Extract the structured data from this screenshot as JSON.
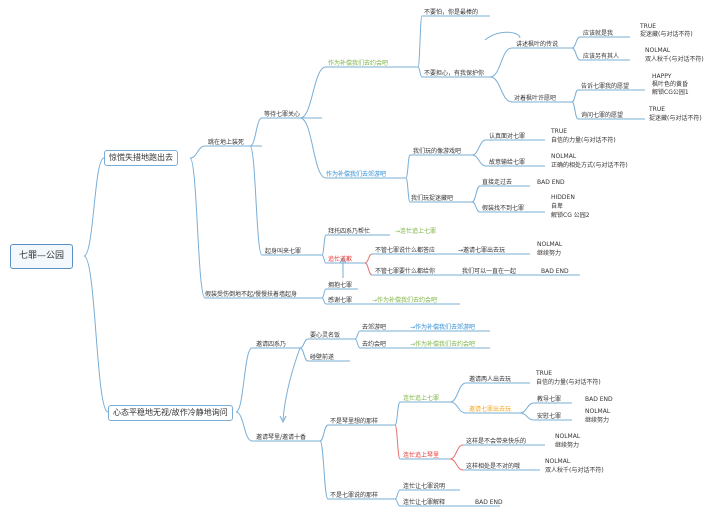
{
  "colors": {
    "branch": "#7aaed6",
    "green": "#7cb342",
    "blue": "#2b8cd6",
    "red": "#e53935",
    "orange": "#f5a623",
    "text": "#333333"
  },
  "root": "七罪—公园",
  "b1": {
    "label": "惊慌失措地跑出去",
    "n1": "跳在地上装死",
    "n1a": "等待七罪关心",
    "greenTitle": "作为补偿我们去约会吧",
    "g1": "不要怕，你是最棒的",
    "g2": "不要担心，有我保护你",
    "legend": "讲述枫叶的传说",
    "legendA": "应该就是我",
    "legendA_end": "TRUE",
    "legendA_detail": "捉迷藏(与对话不符)",
    "legendB": "应该另有其人",
    "legendB_end": "NOLMAL",
    "legendB_detail": "双人秋千(与对话不符)",
    "waitLeaves": "对着枫叶许愿吧",
    "wish1": "告诉七罪我的愿望",
    "wish1_end": "HAPPY",
    "wish1_d1": "枫叶色的黄昏",
    "wish1_d2": "解锁CG公园1",
    "wish2": "询问七罪的愿望",
    "wish2_end": "TRUE",
    "wish2_detail": "捉迷藏(与对话不符)",
    "blueTitle": "作为补偿我们去郊游吧",
    "p1": "我们玩的像游戏吧",
    "p1a": "认真面对七罪",
    "p1a_end": "TRUE",
    "p1a_detail": "自信的力量(与对话不符)",
    "p1b": "故意输给七罪",
    "p1b_end": "NOLMAL",
    "p1b_detail": "正确的相处方式(与对话不符)",
    "p2": "我们玩捉迷藏吧",
    "p2a": "直接走过去",
    "p2a_end": "BAD END",
    "p2b": "假装找不到七罪",
    "p2b_end": "HIDDEN",
    "p2b_d1": "自卑",
    "p2b_d2": "解锁CG 公园2",
    "n1b": "起身叫来七罪",
    "askFour": "拜托四系乃帮忙",
    "askFour_link": "→连忙追上七罪",
    "redTitle": "追忙道歉",
    "r1": "不管七罪说什么都答应",
    "r1_res": "→邀请七罪出去玩",
    "r1_end": "NOLMAL",
    "r1_detail": "继续努力",
    "r2": "不管七罪要什么都给你",
    "r2_res": "我们可以一直在一起",
    "r2_end": "BAD END",
    "n2": "假装受伤倒地不起/慢慢扶着墙起身",
    "n2a": "拥抱七罪",
    "n2b": "感谢七罪",
    "n2b_link": "→作为补偿我们去约会吧"
  },
  "b2": {
    "label": "心态平稳地无视/故作冷静地询问",
    "m1": "邀请四系乃",
    "m1a": "要心灵名饭",
    "m1a_x": "去郊游吧",
    "m1a_x_link": "→作为补偿我们去郊游吧",
    "m1a_y": "去约会吧",
    "m1a_y_link": "→作为补偿我们去约会吧",
    "m1b": "碰壁前遂",
    "m2": "邀请琴里/邀请十香",
    "q1": "不是琴里想的那样",
    "greenChase": "连忙追上七罪",
    "c1": "邀请两人出去玩",
    "c1_end": "TRUE",
    "c1_detail": "自信的力量(与对话不符)",
    "orangeChase": "邀请七罪出去玩",
    "c2": "教导七罪",
    "c2_end": "BAD END",
    "c3": "安慰七罪",
    "c3_end": "NOLMAL",
    "c3_detail": "继续努力",
    "redChase": "连忙追上琴里",
    "d1": "这样是不会带来快乐的",
    "d1_end": "NOLMAL",
    "d1_detail": "继续努力",
    "d2": "这样相处是不对的哦",
    "d2_end": "NOLMAL",
    "d2_detail": "双人秋千(与对话不符)",
    "q2": "不是七罪说的那样",
    "e1": "连忙让七罪说明",
    "e2": "连忙让七罪解释",
    "e2_end": "BAD END"
  }
}
